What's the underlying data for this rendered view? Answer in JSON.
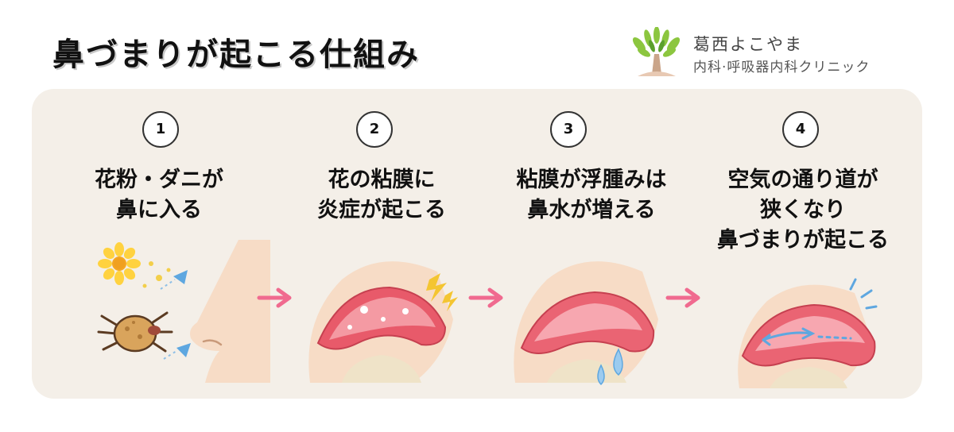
{
  "header": {
    "title": "鼻づまりが起こる仕組み"
  },
  "brand": {
    "name": "葛西よこやま",
    "subtitle": "内科·呼吸器内科クリニック"
  },
  "steps": [
    {
      "number": "1",
      "lines": [
        "花粉・ダニが",
        "鼻に入る"
      ]
    },
    {
      "number": "2",
      "lines": [
        "花の粘膜に",
        "炎症が起こる"
      ]
    },
    {
      "number": "3",
      "lines": [
        "粘膜が浮腫みは",
        "鼻水が増える"
      ]
    },
    {
      "number": "4",
      "lines": [
        "空気の通り道が",
        "狭くなり",
        "鼻づまりが起こる"
      ]
    }
  ],
  "colors": {
    "panel": "#f4efe8",
    "arrow": "#f06a8f",
    "mucosa": "#f17d86",
    "skin": "#f7dcc6"
  }
}
